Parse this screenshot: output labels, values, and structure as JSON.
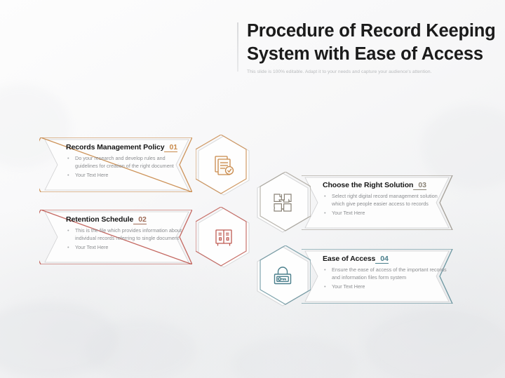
{
  "slide": {
    "title_line1": "Procedure of Record Keeping",
    "title_line2": "System with Ease of Access",
    "subtitle": "This slide is 100% editable. Adapt it to your needs and capture your audience's attention."
  },
  "colors": {
    "step1": "#c98a4b",
    "step2": "#bf5a52",
    "step3": "#8a8377",
    "step4": "#4a7f8c",
    "title": "#1b1b1b",
    "subtitle": "#b9bbbd",
    "body_text": "#8b8d90",
    "background": "#f4f4f5"
  },
  "steps": [
    {
      "number": "01",
      "title": "Records  Management Policy",
      "icon": "document-check-icon",
      "color": "#c98a4b",
      "bullets": [
        "Do your research and develop rules and guidelines for creation of the right document",
        "Your Text Here"
      ]
    },
    {
      "number": "02",
      "title": "Retention Schedule",
      "icon": "filing-cabinet-icon",
      "color": "#bf5a52",
      "bullets": [
        "This is the file which provides information about individual records referring to single document",
        "Your Text Here"
      ]
    },
    {
      "number": "03",
      "title": "Choose the Right Solution",
      "icon": "puzzle-pieces-icon",
      "color": "#8a8377",
      "bullets": [
        "Select right  digital  record management solution  which  give  people easier  access to records",
        "Your Text Here"
      ]
    },
    {
      "number": "04",
      "title": "Ease of Access",
      "icon": "padlock-icon",
      "color": "#4a7f8c",
      "bullets": [
        "Ensure the ease of access of the important records and information  files form system",
        "Your Text Here"
      ]
    }
  ]
}
